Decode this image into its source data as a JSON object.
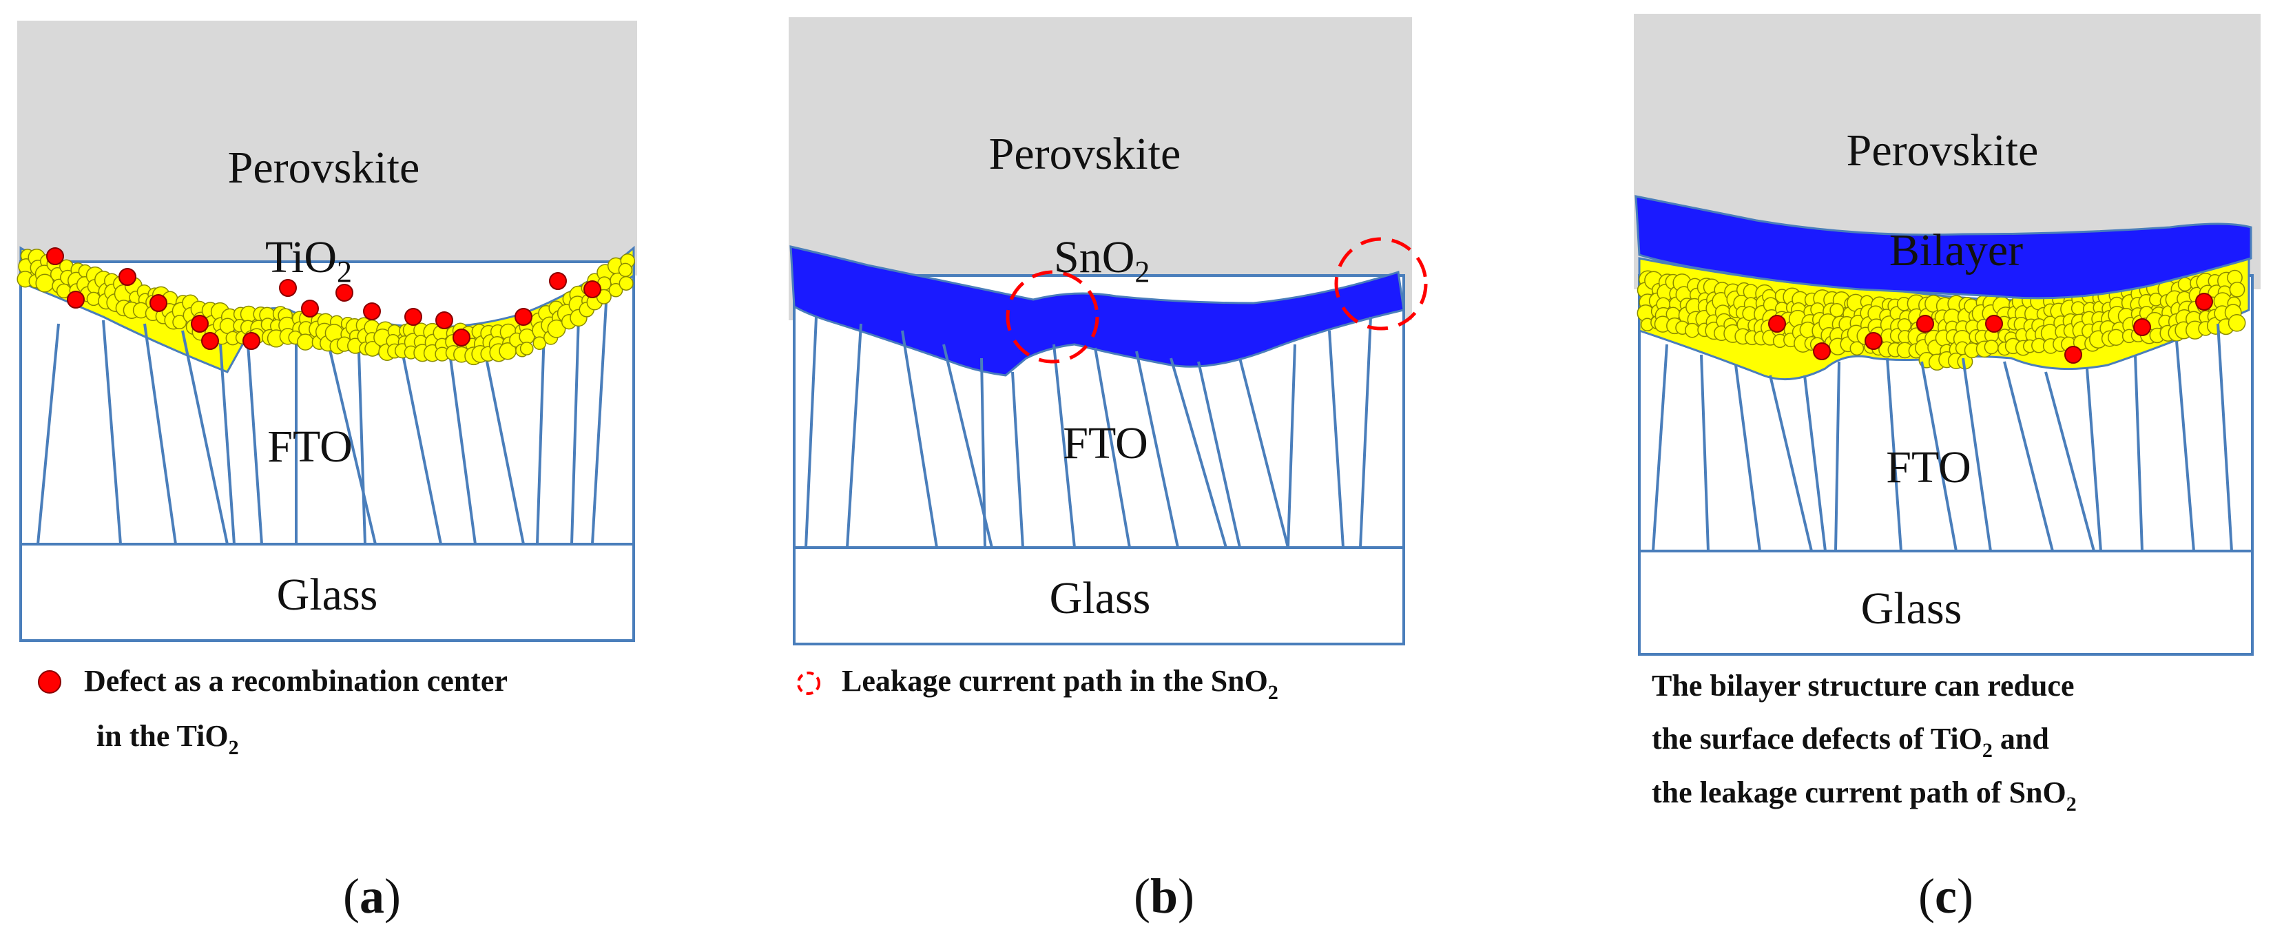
{
  "colors": {
    "perovskite": "#d9d9d9",
    "outline": "#4a7ebb",
    "tio2_particle": "#ffff00",
    "particle_edge": "#8a8a00",
    "defect": "#ff0000",
    "sno2": "#1a1aff",
    "leak_circle": "#ff0000",
    "glass": "#ffffff"
  },
  "legend_icons": {
    "a": "red-dot-defect-icon",
    "b": "dashed-red-circle-icon"
  },
  "panels": [
    {
      "id": "a",
      "perovskite": "Perovskite",
      "etl": {
        "base": "TiO",
        "sub": "2"
      },
      "fto": "FTO",
      "glass": "Glass",
      "note": {
        "line1": "Defect as a recombination center",
        "line2_base": "in the TiO",
        "line2_sub": "2"
      },
      "label": {
        "open": "(",
        "letter": "a",
        "close": ")"
      }
    },
    {
      "id": "b",
      "perovskite": "Perovskite",
      "etl": {
        "base": "SnO",
        "sub": "2"
      },
      "fto": "FTO",
      "glass": "Glass",
      "note": {
        "line1_base": "Leakage current path in the SnO",
        "line1_sub": "2"
      },
      "label": {
        "open": "(",
        "letter": "b",
        "close": ")"
      }
    },
    {
      "id": "c",
      "perovskite": "Perovskite",
      "etl": {
        "base": "Bilayer"
      },
      "fto": "FTO",
      "glass": "Glass",
      "note": {
        "line1": "The bilayer structure can reduce",
        "line2_base": "the surface defects of TiO",
        "line2_sub": "2",
        "line2_tail": " and",
        "line3_base": "the leakage current path of SnO",
        "line3_sub": "2"
      },
      "label": {
        "open": "(",
        "letter": "c",
        "close": ")"
      }
    }
  ]
}
